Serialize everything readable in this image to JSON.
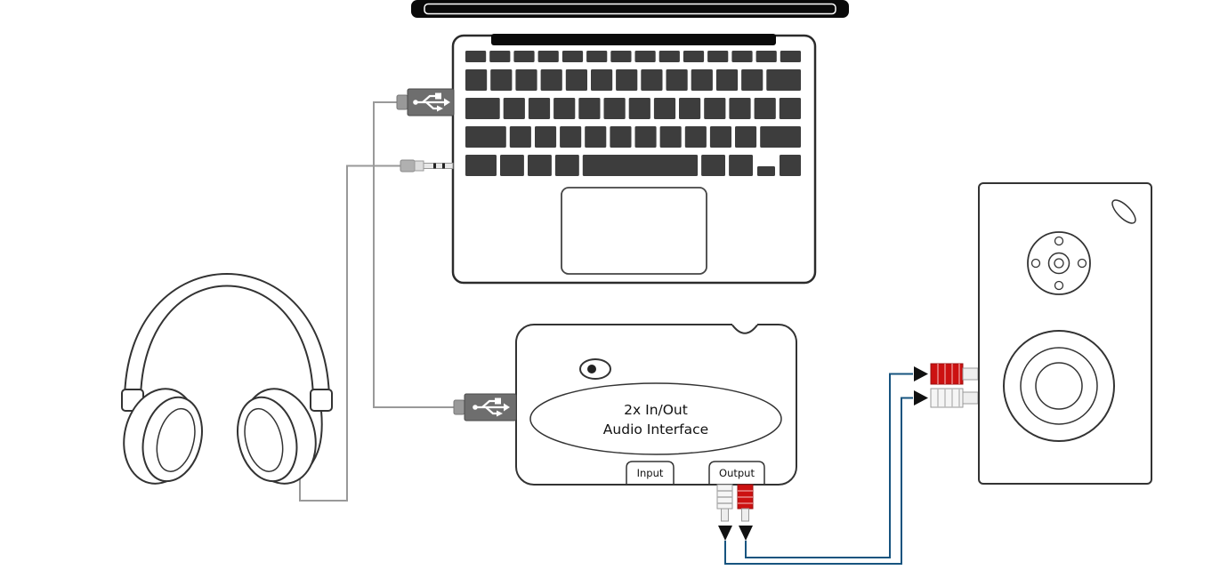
{
  "audio_interface": {
    "label_line1": "2x In/Out",
    "label_line2": "Audio Interface",
    "input_label": "Input",
    "output_label": "Output"
  },
  "depicted_devices": [
    "laptop",
    "headphones",
    "audio-interface",
    "studio-monitor-speaker"
  ],
  "colors": {
    "outline": "#333333",
    "key_fill": "#3d3d3d",
    "cable_gray": "#999999",
    "signal_wire_blue": "#17547f",
    "rca_red": "#cc1111",
    "rca_white": "#f5f5f5",
    "arrow_black": "#111111"
  }
}
